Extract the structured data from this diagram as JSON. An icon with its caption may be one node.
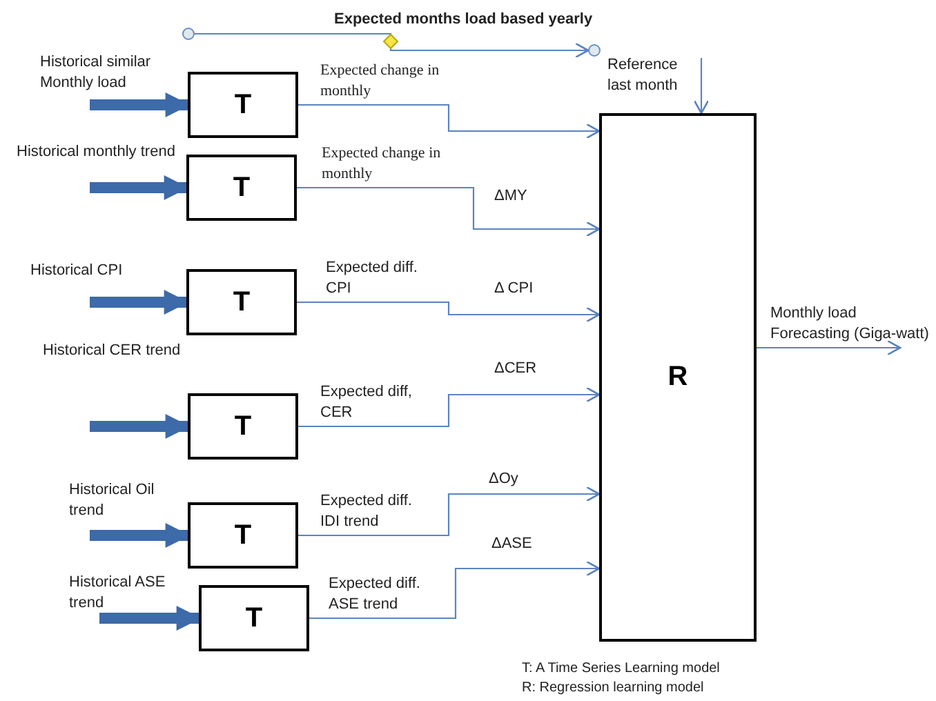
{
  "diagram": {
    "nodes": [
      {
        "text": [
          "T"
        ],
        "beside": [
          "Expected change in monthly"
        ]
      },
      {
        "text": [
          "T"
        ],
        "beside": [
          "Expected change in monthly"
        ]
      },
      {
        "text": [
          "T"
        ],
        "beside": [
          "Expected diff. CPI"
        ]
      },
      {
        "text": [
          "T"
        ],
        "beside": [
          "Expected diff, CER"
        ]
      },
      {
        "text": [
          "T"
        ],
        "beside": [
          "Expected diff. IDI trend"
        ]
      },
      {
        "text": [
          "T"
        ],
        "beside": [
          "Expected diff. ASE trend"
        ]
      },
      {
        "text": [
          "R"
        ]
      },
      {
        "text": [],
        "shape": "circle"
      },
      {
        "text": [],
        "shape": "circle"
      }
    ],
    "edges": [
      {
        "from": null,
        "to": 0,
        "arrow": "to",
        "style": "thick",
        "label": "Historical similar Monthly load"
      },
      {
        "from": null,
        "to": 1,
        "arrow": "to",
        "style": "thick",
        "label": "Historical monthly trend"
      },
      {
        "from": null,
        "to": 2,
        "arrow": "to",
        "style": "thick",
        "label": "Historical CPI"
      },
      {
        "from": null,
        "to": 3,
        "arrow": "to",
        "style": "thick",
        "label": "Historical CER trend"
      },
      {
        "from": null,
        "to": 4,
        "arrow": "to",
        "style": "thick",
        "label": "Historical Oil trend"
      },
      {
        "from": null,
        "to": 5,
        "arrow": "to",
        "style": "thick",
        "label": "Historical ASE trend"
      },
      {
        "from": 0,
        "to": 6,
        "arrow": "to"
      },
      {
        "from": 1,
        "to": 6,
        "arrow": "to",
        "label": "ΔMY"
      },
      {
        "from": 2,
        "to": 6,
        "arrow": "to",
        "label": "Δ CPI"
      },
      {
        "from": 3,
        "to": 6,
        "arrow": "to",
        "label": "ΔCER"
      },
      {
        "from": 4,
        "to": 6,
        "arrow": "to",
        "label": "ΔOy"
      },
      {
        "from": 5,
        "to": 6,
        "arrow": "to",
        "label": "ΔASE"
      },
      {
        "from": null,
        "to": 6,
        "arrow": "to",
        "label": "Reference last month"
      },
      {
        "from": 6,
        "to": null,
        "arrow": "to",
        "label": "Monthly load Forecasting (Giga-watt)"
      },
      {
        "from": 7,
        "to": 8,
        "arrow": "to",
        "label": "Expected months load based yearly"
      }
    ],
    "labels": [
      "T: A Time Series Learning model",
      "R: Regression learning model"
    ]
  }
}
